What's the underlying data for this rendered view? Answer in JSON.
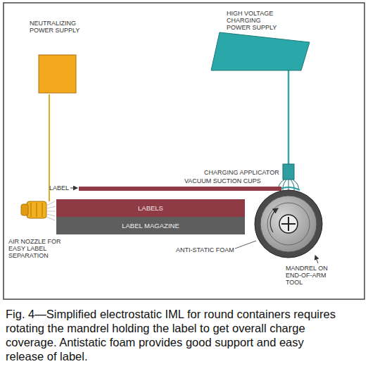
{
  "diagram": {
    "caption": "Fig. 4—Simplified electrostatic IML for round containers requires rotating the mandrel holding the label to get overall charge coverage. Antistatic foam provides good support and easy release of label.",
    "nodes": [
      {
        "text": [
          "HIGH VOLTAGE CHARGING POWER SUPPLY"
        ]
      },
      {
        "text": [
          "NEUTRALIZING POWER SUPPLY"
        ]
      },
      {
        "text": [
          "LABELS"
        ]
      },
      {
        "text": [
          "LABEL MAGAZINE"
        ]
      }
    ],
    "labels": [
      "CHARGING APPLICATOR",
      "LABEL",
      "VACUUM SUCTION CUPS",
      "AIR NOZZLE FOR EASY LABEL SEPARATION",
      "ANTI-STATIC FOAM",
      "MANDREL ON END-OF-ARM TOOL"
    ]
  }
}
